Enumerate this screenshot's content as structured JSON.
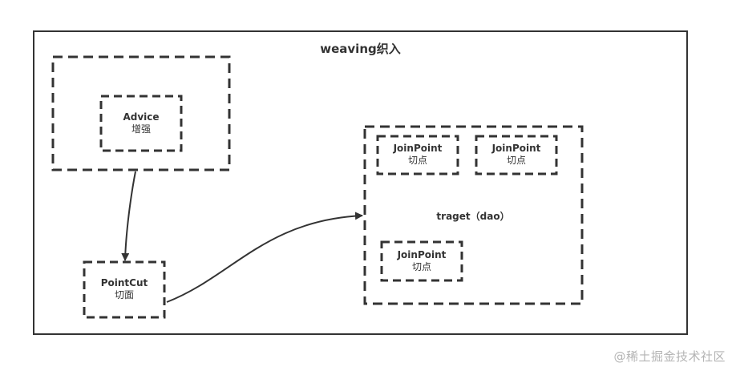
{
  "diagram": {
    "title": "weaving织入",
    "nodes": {
      "aspect_container": {
        "label": ""
      },
      "advice": {
        "en": "Advice",
        "zh": "增强"
      },
      "pointcut": {
        "en": "PointCut",
        "zh": "切面"
      },
      "target": {
        "label": "traget（dao）"
      },
      "joinpoint_1": {
        "en": "JoinPoint",
        "zh": "切点"
      },
      "joinpoint_2": {
        "en": "JoinPoint",
        "zh": "切点"
      },
      "joinpoint_3": {
        "en": "JoinPoint",
        "zh": "切点"
      }
    },
    "edges": [
      {
        "from": "aspect_container",
        "to": "pointcut",
        "style": "straight-arrow"
      },
      {
        "from": "pointcut",
        "to": "target",
        "style": "curved-arrow"
      }
    ],
    "colors": {
      "stroke": "#333333",
      "text": "#333333",
      "watermark": "#b4b4b4",
      "background": "#ffffff"
    }
  },
  "watermark": "@稀土掘金技术社区"
}
